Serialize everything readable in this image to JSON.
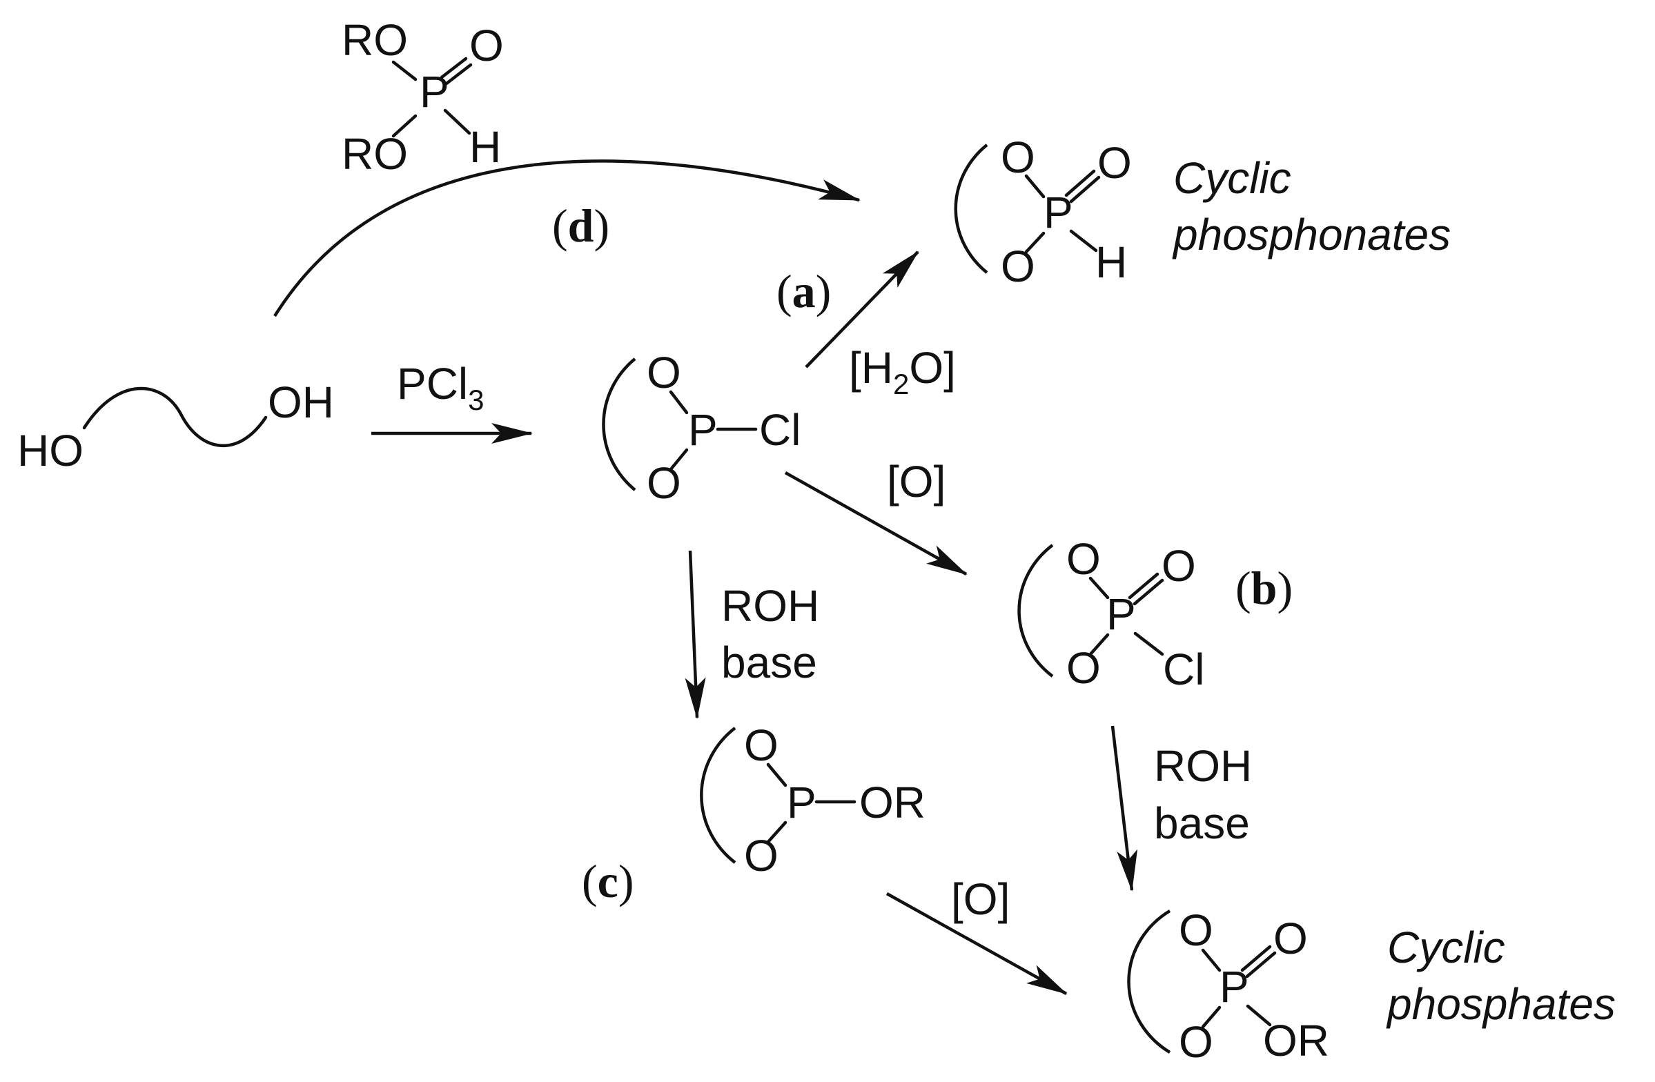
{
  "reagent_top": {
    "ro_1": "RO",
    "p": "P",
    "o_double": "O",
    "ro_2": "RO",
    "h": "H"
  },
  "diol": {
    "ho": "HO",
    "oh": "OH"
  },
  "pcl3": {
    "main": "PCl",
    "subscript": "3"
  },
  "chlorophosphite": {
    "o_top": "O",
    "o_bottom": "O",
    "p": "P",
    "cl": "Cl"
  },
  "phosphonate": {
    "o_top": "O",
    "o_bottom": "O",
    "p": "P",
    "o_double": "O",
    "h": "H",
    "title_line1": "Cyclic",
    "title_line2": "phosphonates"
  },
  "chlorophosphate": {
    "o_top": "O",
    "o_bottom": "O",
    "p": "P",
    "o_double": "O",
    "cl": "Cl"
  },
  "phosphite_triester": {
    "o_top": "O",
    "o_bottom": "O",
    "p": "P",
    "or": "OR"
  },
  "phosphate": {
    "o_top": "O",
    "o_bottom": "O",
    "p": "P",
    "o_double": "O",
    "or": "OR",
    "title_line1": "Cyclic",
    "title_line2": "phosphates"
  },
  "conditions": {
    "water_open": "[H",
    "water_sub": "2",
    "water_close": "O]",
    "oxidation_1": "[O]",
    "oxidation_2": "[O]",
    "roh_1": "ROH",
    "base_1": "base",
    "roh_2": "ROH",
    "base_2": "base"
  },
  "route_labels": {
    "a_open": "(",
    "a": "a",
    "a_close": ")",
    "b_open": "(",
    "b": "b",
    "b_close": ")",
    "c_open": "(",
    "c": "c",
    "c_close": ")",
    "d_open": "(",
    "d": "d",
    "d_close": ")"
  }
}
